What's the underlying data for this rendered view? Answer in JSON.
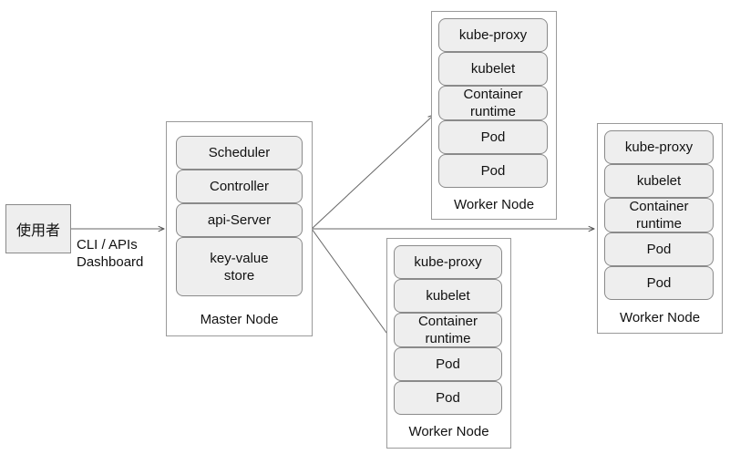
{
  "user": {
    "label": "使用者"
  },
  "connection": {
    "line1": "CLI / APIs",
    "line2": "Dashboard"
  },
  "master": {
    "title": "Master Node",
    "components": [
      "Scheduler",
      "Controller",
      "api-Server",
      "key-value store"
    ]
  },
  "workers": [
    {
      "title": "Worker Node",
      "components": [
        "kube-proxy",
        "kubelet",
        "Container runtime",
        "Pod",
        "Pod"
      ]
    },
    {
      "title": "Worker Node",
      "components": [
        "kube-proxy",
        "kubelet",
        "Container runtime",
        "Pod",
        "Pod"
      ]
    },
    {
      "title": "Worker Node",
      "components": [
        "kube-proxy",
        "kubelet",
        "Container runtime",
        "Pod",
        "Pod"
      ]
    }
  ]
}
